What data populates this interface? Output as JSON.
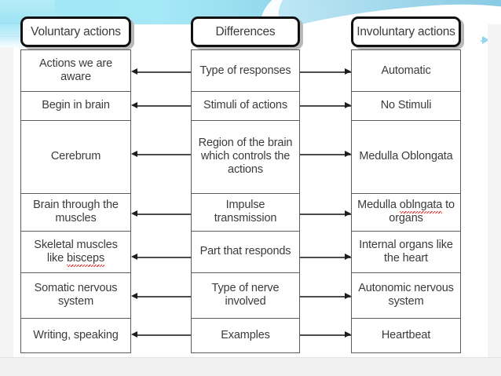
{
  "slide": {
    "title_voluntary": "Voluntary actions",
    "title_differences": "Differences",
    "title_involuntary": "Involuntary actions"
  },
  "headers": {
    "left": "Voluntary actions",
    "middle": "Differences",
    "right": "Involuntary actions"
  },
  "rows": [
    {
      "left": "Actions we are aware",
      "middle": "Type of responses",
      "right": "Automatic"
    },
    {
      "left": "Begin in brain",
      "middle": "Stimuli of actions",
      "right": "No Stimuli"
    },
    {
      "left": "Cerebrum",
      "middle": "Region of the brain which controls the actions",
      "right": "Medulla Oblongata"
    },
    {
      "left": "Brain through the muscles",
      "middle": "Impulse transmission",
      "right_pre": "Medulla ",
      "right_misspelled": "oblngata",
      "right_post": " to organs"
    },
    {
      "left_pre": "Skeletal muscles like ",
      "left_misspelled": "bisceps",
      "middle": "Part that responds",
      "right": "Internal organs like the heart"
    },
    {
      "left": "Somatic nervous system",
      "middle": "Type of nerve involved",
      "right": "Autonomic nervous system"
    },
    {
      "left": "Writing, speaking",
      "middle": "Examples",
      "right": "Heartbeat"
    }
  ],
  "arrows": {
    "left_direction": "points-left",
    "right_direction": "points-right",
    "count_per_side": 7
  },
  "colors": {
    "banner_teal": "#9fe6f5",
    "banner_blue": "#6fbadd",
    "border_dark": "#111111",
    "cell_border": "#5c5c5c",
    "text": "#3b3b3b",
    "spellcheck_red": "#e03a3a"
  }
}
